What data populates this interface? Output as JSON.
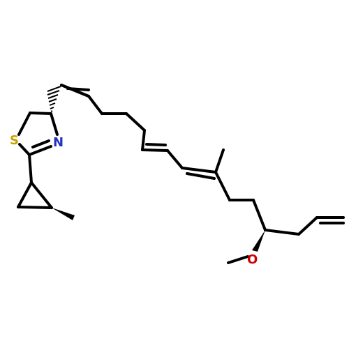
{
  "molecule": {
    "atom_labels": {
      "sulfur": "S",
      "nitrogen": "N",
      "oxygen": "O"
    },
    "colors": {
      "bond": "#000000",
      "sulfur": "#c8a000",
      "nitrogen": "#2030c0",
      "oxygen": "#d00000",
      "background": "#ffffff"
    }
  }
}
